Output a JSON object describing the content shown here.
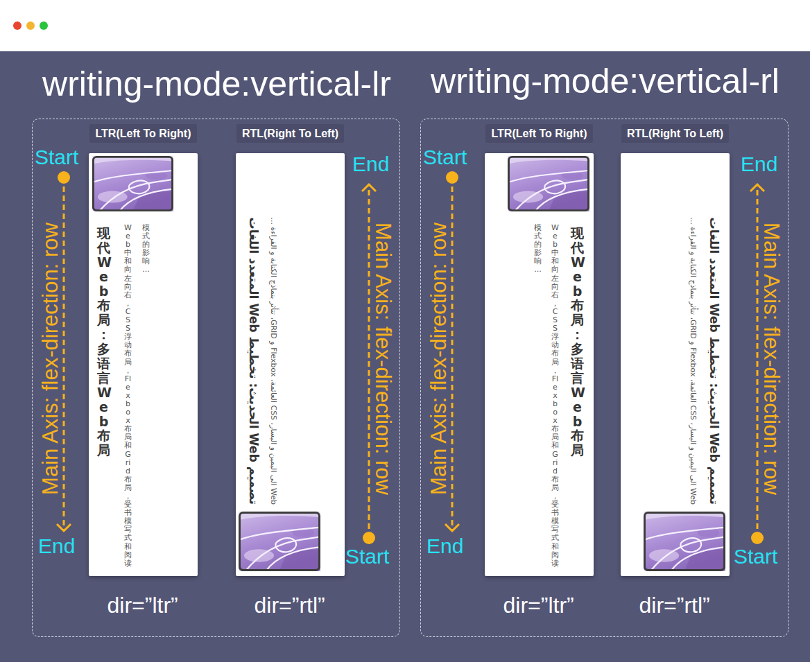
{
  "diagram": {
    "nodes": [
      {
        "text": [
          "writing-mode:vertical-lr"
        ]
      },
      {
        "text": [
          "LTR(Left To Right)",
          "现代 Web 布局：多语言 Web 布局",
          "Web 中和向左向右，CSS 浮动布局，Flexbox 布局和 Grid 布局，受书模写式和阅读模式的影响..."
        ],
        "in": 0
      },
      {
        "text": [
          "RTL(Right To Left)",
          "تصميم Web الحديث: تخطيط Web المتعدد اللغات",
          "Web الى اليمين و اليسار، CSS العائمة، Flexbox و GRID، تتأثر بنماذج الكتابة و القراءة ..."
        ],
        "in": 0
      },
      {
        "text": [
          "writing-mode:vertical-rl"
        ]
      },
      {
        "text": [
          "LTR(Left To Right)",
          "现代 Web 布局：多语言 Web 布局",
          "Web 中和向左向右，CSS 浮动布局，Flexbox 布局和 Grid 布局，受书模写式和阅读模式的影响..."
        ],
        "in": 3
      },
      {
        "text": [
          "RTL(Right To Left)",
          "تصميم Web الحديث: تخطيط Web المتعدد اللغات",
          "Web الى اليمين و اليسار، CSS العائمة، Flexbox و GRID، تتأثر بنماذج الكتابة و القراءة ..."
        ],
        "in": 3
      }
    ],
    "labels": [
      "Start",
      "Main Axis: flex-direction: row",
      "End",
      "End",
      "Main Axis: flex-direction: row",
      "Start",
      "dir=”ltr”",
      "dir=”rtl”",
      "Start",
      "Main Axis: flex-direction: row",
      "End",
      "End",
      "Main Axis: flex-direction: row",
      "Start",
      "dir=”ltr”",
      "dir=”rtl”"
    ]
  }
}
